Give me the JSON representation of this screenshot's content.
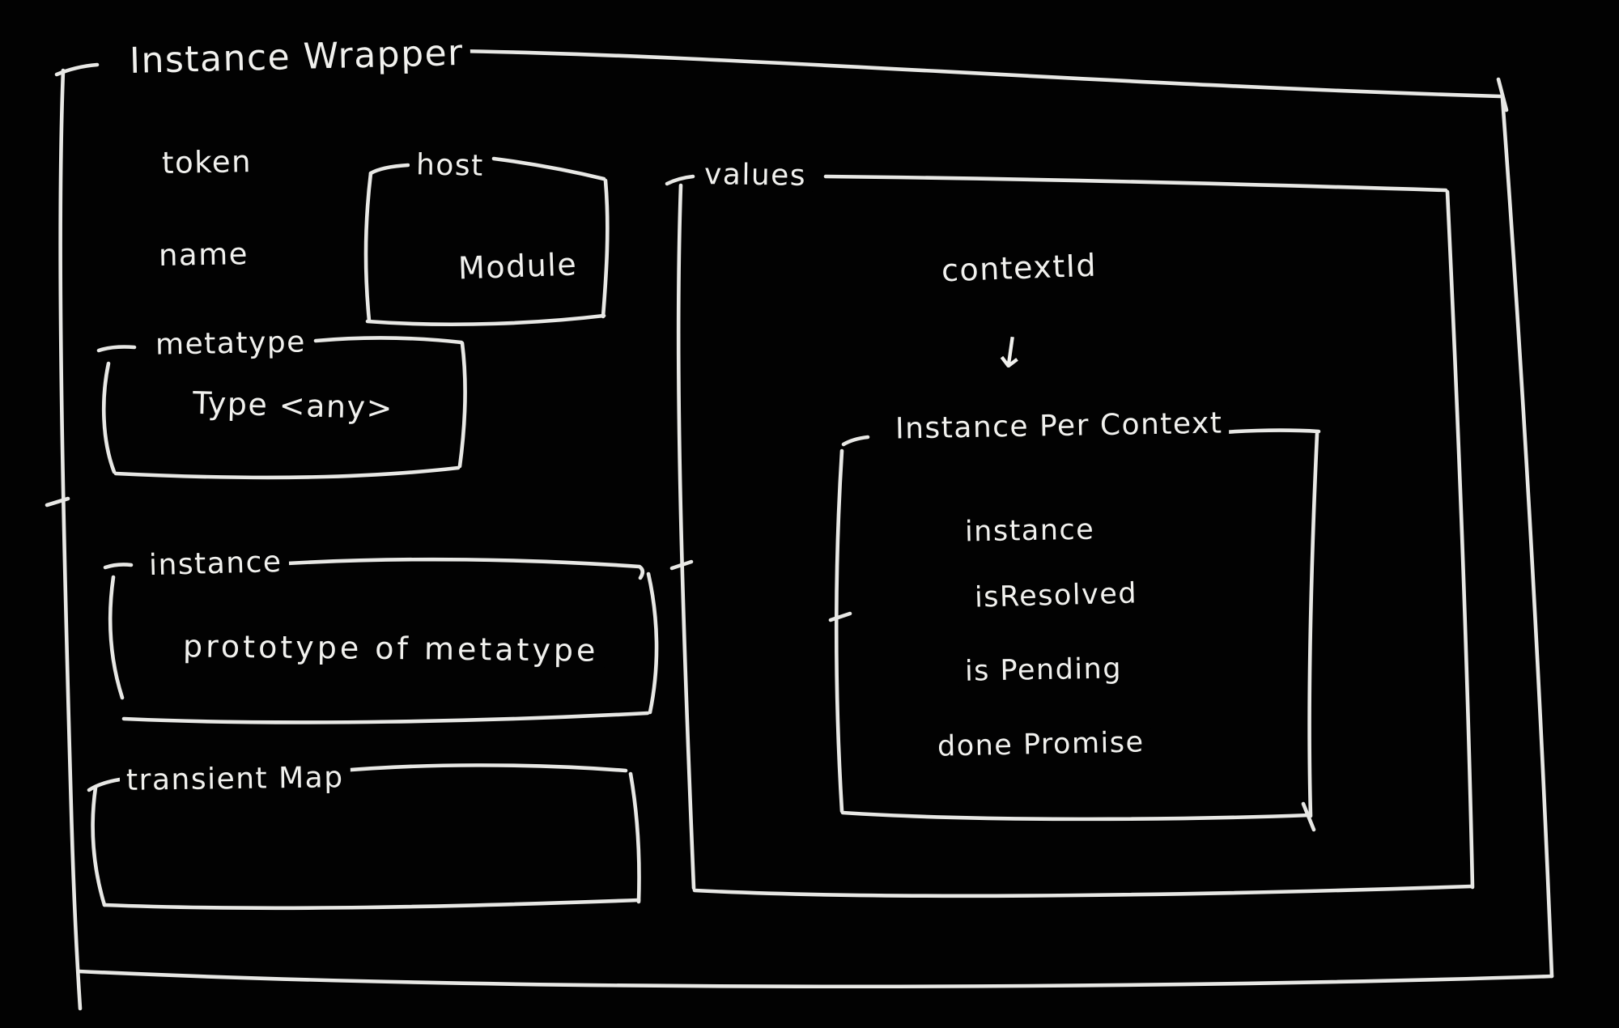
{
  "diagram": {
    "title": "Instance Wrapper",
    "fields": {
      "token": "token",
      "name": "name"
    },
    "host_box": {
      "label": "host",
      "content": "Module"
    },
    "metatype_box": {
      "label": "metatype",
      "content": "Type <any>"
    },
    "instance_box": {
      "label": "instance",
      "content": "prototype of metatype"
    },
    "transient_box": {
      "label": "transient Map"
    },
    "values_box": {
      "label": "values",
      "context_id": "contextId",
      "arrow_glyph": "↓",
      "inner_box": {
        "label": "Instance Per Context",
        "items": [
          "instance",
          "isResolved",
          "is Pending",
          "done Promise"
        ]
      }
    },
    "colors": {
      "background": "#020202",
      "stroke": "#e8e8e5"
    }
  }
}
